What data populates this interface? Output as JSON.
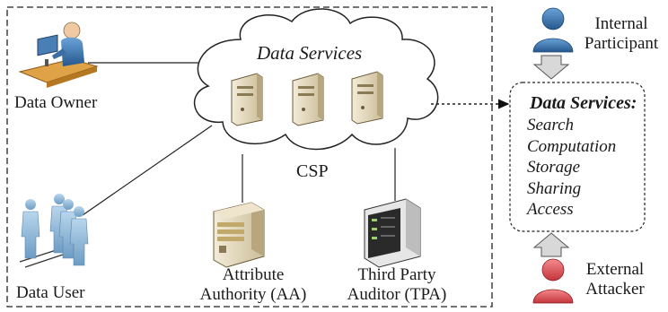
{
  "labels": {
    "data_owner": "Data Owner",
    "data_user": "Data User",
    "cloud_title": "Data Services",
    "csp": "CSP",
    "aa": "Attribute\nAuthority (AA)",
    "tpa": "Third Party\nAuditor (TPA)",
    "internal": "Internal\nParticipant",
    "external": "External\nAttacker"
  },
  "services_box": {
    "title": "Data Services:",
    "items": [
      "Search",
      "Computation",
      "Storage",
      "Sharing",
      "Access"
    ]
  },
  "colors": {
    "internal_figure": "#3a74b0",
    "external_figure": "#e0545a",
    "user_figure": "#8fb8d8",
    "server": "#e8dcc0",
    "tpa_server": "#2a2a2a",
    "arrow_fill": "#d8d8d8"
  },
  "icons": {
    "owner": "person-at-desk-icon",
    "user": "user-group-icon",
    "servers": "server-icon",
    "aa": "server-tower-icon",
    "tpa": "rack-server-icon",
    "internal": "person-icon",
    "external": "person-icon"
  }
}
